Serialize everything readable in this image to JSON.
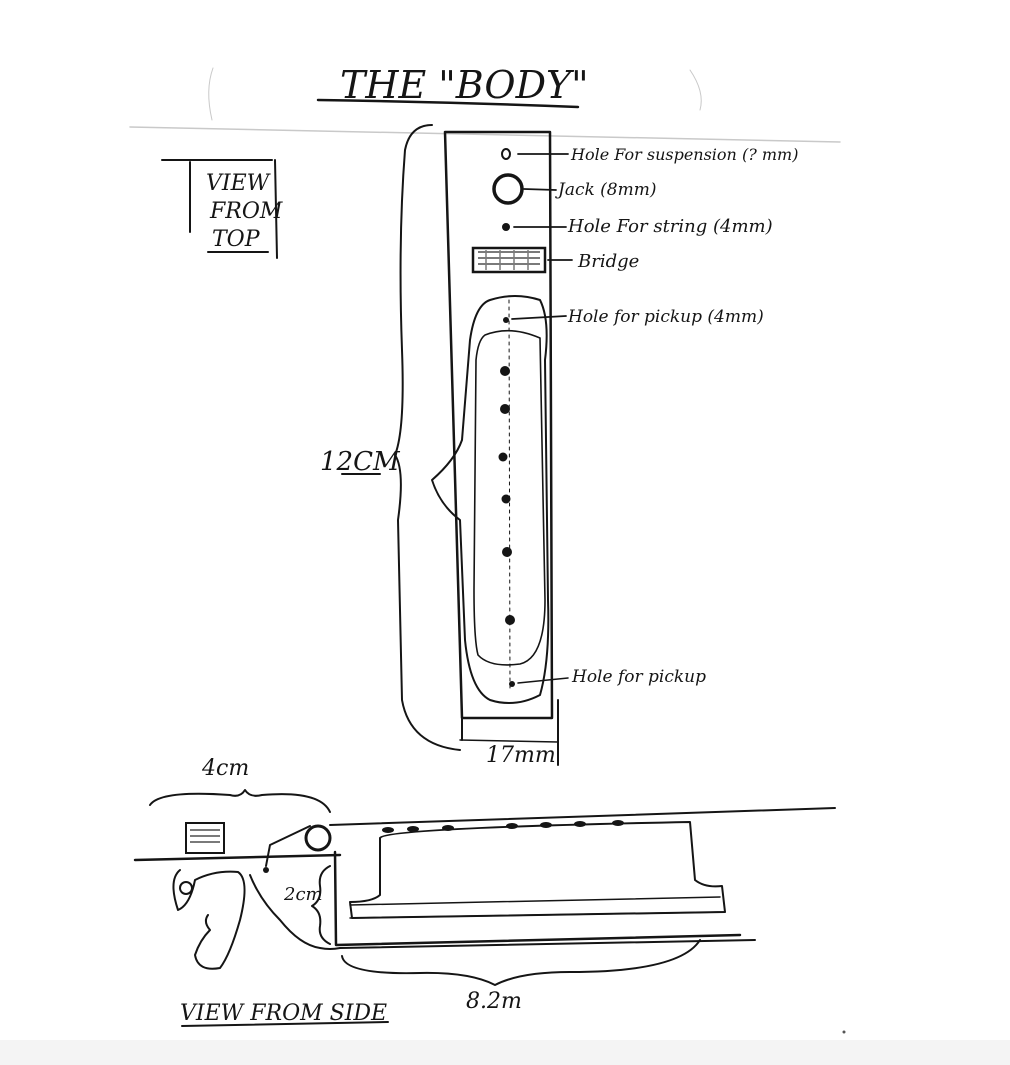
{
  "title": "THE \"BODY\"",
  "top_view": {
    "label_line1": "VIEW",
    "label_line2": "FROM",
    "label_line3": "TOP",
    "length_label": "12CM",
    "width_label": "17mm",
    "callouts": {
      "suspension": "Hole For suspension (? mm)",
      "jack": "Jack (8mm)",
      "string": "Hole For string (4mm)",
      "bridge": "Bridge",
      "pickup_top": "Hole for pickup (4mm)",
      "pickup_bottom": "Hole for pickup"
    }
  },
  "side_view": {
    "label": "VIEW FROM SIDE",
    "width_label": "4cm",
    "height_label": "2cm",
    "length_label": "8.2m"
  },
  "colors": {
    "ink": "#151515",
    "paper": "#ffffff"
  }
}
